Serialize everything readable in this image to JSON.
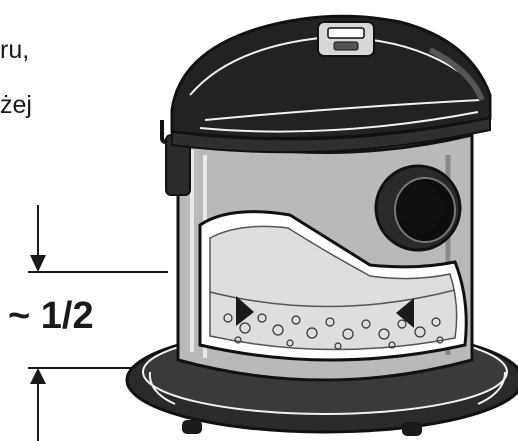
{
  "text_fragments": {
    "line1": "ru,",
    "line2": "żej"
  },
  "fill_level_label": "~ 1/2",
  "illustration": {
    "subject": "vacuum-cleaner-icon",
    "colors": {
      "ink": "#1a1a1a",
      "lid": "#222222",
      "container": "#b9b9b9",
      "water": "#dedede",
      "base": "#2a2a2a"
    }
  }
}
